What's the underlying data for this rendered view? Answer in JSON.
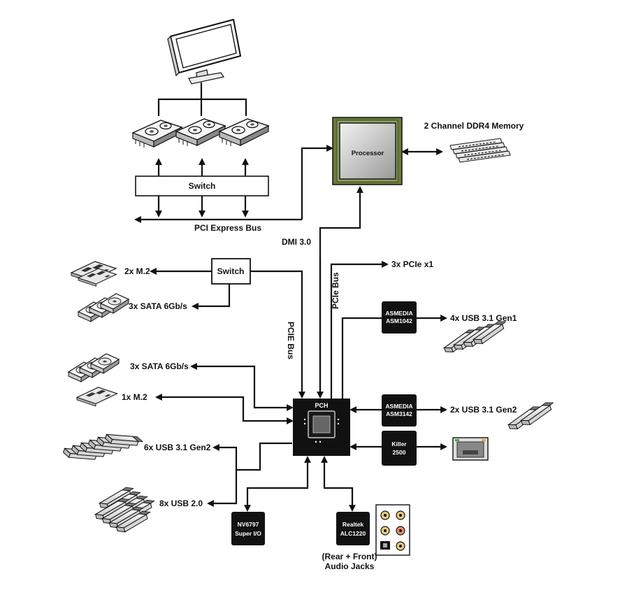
{
  "labels": {
    "memory": "2 Channel DDR4 Memory",
    "processor": "Processor",
    "switch_top": "Switch",
    "pcie_bus": "PCI Express Bus",
    "dmi": "DMI 3.0",
    "pcie_x1": "3x PCIe x1",
    "pcie_bus_vertical_right": "PCIe Bus",
    "pcie_bus_vertical_left": "PCIE Bus",
    "switch_left": "Switch",
    "m2_top": "2x M.2",
    "sata_top": "3x SATA 6Gb/s",
    "sata_mid": "3x SATA 6Gb/s",
    "m2_mid": "1x M.2",
    "usb31_gen2_left": "6x USB 3.1 Gen2",
    "usb20": "8x USB 2.0",
    "usb31_gen1": "4x USB 3.1 Gen1",
    "usb31_gen2_right": "2x USB 3.1 Gen2",
    "audio_caption_1": "(Rear + Front)",
    "audio_caption_2": "Audio Jacks"
  },
  "chips": {
    "pch": "PCH",
    "asm1042_line1": "ASMEDIA",
    "asm1042_line2": "ASM1042",
    "asm3142_line1": "ASMEDIA",
    "asm3142_line2": "ASM3142",
    "killer_line1": "Killer",
    "killer_line2": "2500",
    "superio_line1": "NV6797",
    "superio_line2": "Super I/O",
    "realtek_line1": "Realtek",
    "realtek_line2": "ALC1220"
  },
  "icons": [
    "monitor-icon",
    "graphics-card-icon",
    "processor-icon",
    "memory-icon",
    "m2-ssd-icon",
    "hdd-icon",
    "usb-stick-icon",
    "ethernet-port-icon",
    "audio-jacks-icon"
  ]
}
